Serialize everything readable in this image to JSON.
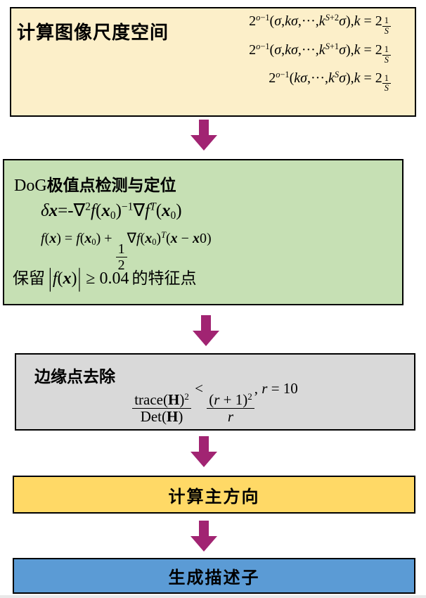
{
  "page": {
    "background": "#ffffff",
    "bottom_strip_color": "#e9e9e9"
  },
  "arrow": {
    "color": "#a12472",
    "direction": "down",
    "count": 4
  },
  "steps": {
    "s1": {
      "title": "计算图像尺度空间",
      "bg": "#fcefc9",
      "f1": [
        {
          "r": "2"
        },
        {
          "sup": [
            {
              "i": "o"
            },
            {
              "r": "−1"
            }
          ]
        },
        {
          "r": "("
        },
        {
          "i": "σ"
        },
        {
          "r": ","
        },
        {
          "i": "kσ"
        },
        {
          "r": ",···,"
        },
        {
          "i": "k"
        },
        {
          "sup": [
            {
              "i": "S"
            },
            {
              "r": "+2"
            }
          ]
        },
        {
          "i": "σ"
        },
        {
          "r": "),"
        },
        {
          "i": "k"
        },
        {
          "r": " = 2"
        },
        {
          "sup": [
            {
              "frac": {
                "n": [
                  {
                    "r": "1"
                  }
                ],
                "d": [
                  {
                    "i": "S"
                  }
                ]
              }
            }
          ]
        }
      ],
      "f2": [
        {
          "r": "2"
        },
        {
          "sup": [
            {
              "i": "o"
            },
            {
              "r": "−1"
            }
          ]
        },
        {
          "r": "("
        },
        {
          "i": "σ"
        },
        {
          "r": ","
        },
        {
          "i": "kσ"
        },
        {
          "r": ",···,"
        },
        {
          "i": "k"
        },
        {
          "sup": [
            {
              "i": "S"
            },
            {
              "r": "+1"
            }
          ]
        },
        {
          "i": "σ"
        },
        {
          "r": "),"
        },
        {
          "i": "k"
        },
        {
          "r": " = 2"
        },
        {
          "sup": [
            {
              "frac": {
                "n": [
                  {
                    "r": "1"
                  }
                ],
                "d": [
                  {
                    "i": "S"
                  }
                ]
              }
            }
          ]
        }
      ],
      "f3": [
        {
          "r": "2"
        },
        {
          "sup": [
            {
              "i": "o"
            },
            {
              "r": "−1"
            }
          ]
        },
        {
          "r": "("
        },
        {
          "i": "kσ"
        },
        {
          "r": ",···,"
        },
        {
          "i": "k"
        },
        {
          "sup": [
            {
              "i": "S"
            }
          ]
        },
        {
          "i": "σ"
        },
        {
          "r": "),"
        },
        {
          "i": "k"
        },
        {
          "r": " = 2"
        },
        {
          "sup": [
            {
              "frac": {
                "n": [
                  {
                    "r": "1"
                  }
                ],
                "d": [
                  {
                    "i": "S"
                  }
                ]
              }
            }
          ]
        }
      ]
    },
    "s2": {
      "title_latin": "DoG",
      "title_cn": "极值点检测与定位",
      "bg": "#c6e0b4",
      "f1": [
        {
          "i": "δ"
        },
        {
          "b": "x"
        },
        {
          "r": "=-∇"
        },
        {
          "sup": [
            {
              "r": "2"
            }
          ]
        },
        {
          "i": "f"
        },
        {
          "r": "("
        },
        {
          "b": "x"
        },
        {
          "sub": [
            {
              "r": "0"
            }
          ]
        },
        {
          "r": ")"
        },
        {
          "sup": [
            {
              "r": "−1"
            }
          ]
        },
        {
          "r": "∇"
        },
        {
          "i": "f"
        },
        {
          "sup": [
            {
              "i": "T"
            }
          ]
        },
        {
          "r": "("
        },
        {
          "b": "x"
        },
        {
          "sub": [
            {
              "r": "0"
            }
          ]
        },
        {
          "r": ")"
        }
      ],
      "f2": [
        {
          "i": "f"
        },
        {
          "r": "("
        },
        {
          "b": "x"
        },
        {
          "r": ") = "
        },
        {
          "i": "f"
        },
        {
          "r": "("
        },
        {
          "b": "x"
        },
        {
          "sub": [
            {
              "r": "0"
            }
          ]
        },
        {
          "r": ") + "
        },
        {
          "frac": {
            "n": [
              {
                "r": "1"
              }
            ],
            "d": [
              {
                "r": "2"
              }
            ]
          }
        },
        {
          "r": "∇"
        },
        {
          "i": "f"
        },
        {
          "r": "("
        },
        {
          "b": "x"
        },
        {
          "sub": [
            {
              "r": "0"
            }
          ]
        },
        {
          "r": ")"
        },
        {
          "sup": [
            {
              "i": "T"
            }
          ]
        },
        {
          "r": "("
        },
        {
          "b": "x"
        },
        {
          "r": " − "
        },
        {
          "b": "x"
        },
        {
          "r": "0)"
        }
      ],
      "keep_prefix": "保留",
      "keep_math": [
        {
          "v": "|"
        },
        {
          "i": "f"
        },
        {
          "r": "("
        },
        {
          "b": "x"
        },
        {
          "r": ")"
        },
        {
          "v": "|"
        },
        {
          "r": " ≥ 0.04"
        }
      ],
      "keep_suffix": "的特征点"
    },
    "s3": {
      "title": "边缘点去除",
      "bg": "#d9d9d9",
      "f": [
        {
          "frac": {
            "n": [
              {
                "r": "trace("
              },
              {
                "h": "H"
              },
              {
                "r": ")"
              },
              {
                "sup": [
                  {
                    "r": "2"
                  }
                ]
              }
            ],
            "d": [
              {
                "r": "Det("
              },
              {
                "h": "H"
              },
              {
                "r": ")"
              }
            ]
          }
        },
        {
          "r": " < "
        },
        {
          "frac": {
            "n": [
              {
                "r": "("
              },
              {
                "i": "r"
              },
              {
                "r": " + 1)"
              },
              {
                "sup": [
                  {
                    "r": "2"
                  }
                ]
              }
            ],
            "d": [
              {
                "i": "r"
              }
            ]
          }
        },
        {
          "r": ", "
        },
        {
          "i": "r"
        },
        {
          "r": " = 10"
        }
      ]
    },
    "s4": {
      "label": "计算主方向",
      "bg": "#ffd966"
    },
    "s5": {
      "label": "生成描述子",
      "bg": "#5b9bd5"
    }
  }
}
